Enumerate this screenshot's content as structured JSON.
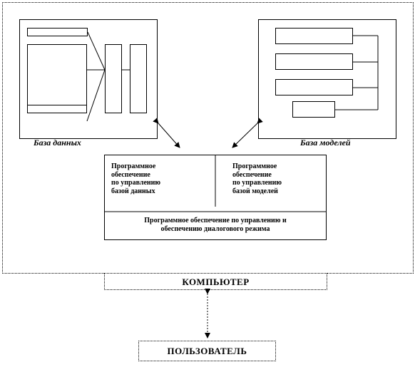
{
  "database": {
    "label": "База данных"
  },
  "model_base": {
    "label": "База моделей"
  },
  "software": {
    "db_management": "Программное\nобеспечение\nпо управлению\nбазой данных",
    "model_management": "Программное\nобеспечение\nпо управлению\nбазой моделей",
    "dialog_management": "Программное обеспечение по управлению и\nобеспечению диалогового режима"
  },
  "computer": {
    "label": "КОМПЬЮТЕР"
  },
  "user": {
    "label": "ПОЛЬЗОВАТЕЛЬ"
  }
}
